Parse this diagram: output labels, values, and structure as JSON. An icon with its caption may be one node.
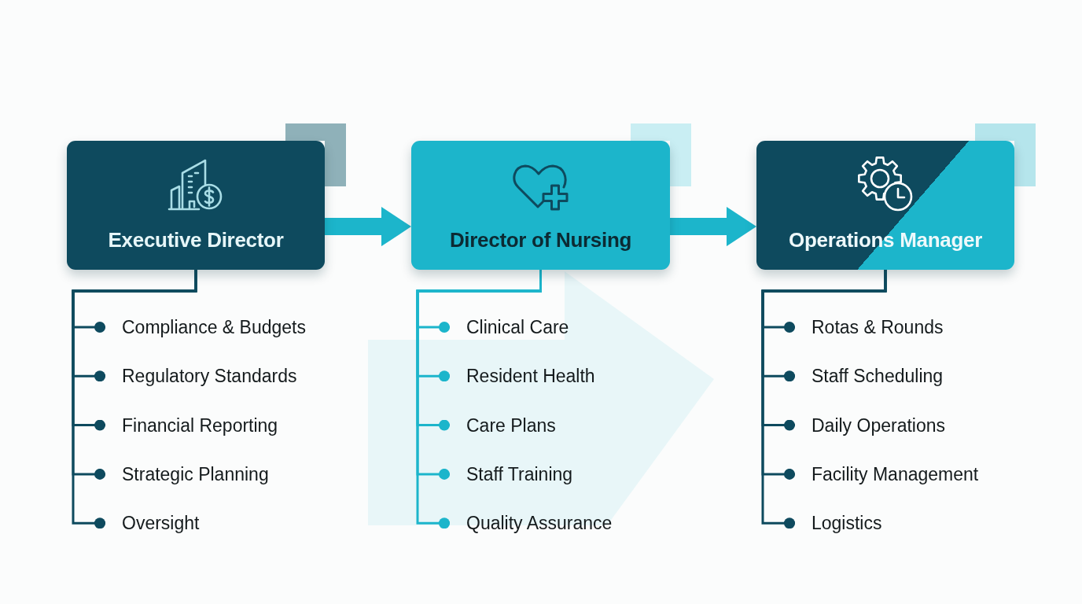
{
  "diagram": {
    "nodes": [
      {
        "text": [
          "Executive Director"
        ]
      },
      {
        "text": [
          "Director of Nursing"
        ]
      },
      {
        "text": [
          "Operations Manager"
        ]
      },
      {
        "text": [
          "Compliance & Budgets"
        ]
      },
      {
        "text": [
          "Regulatory Standards"
        ]
      },
      {
        "text": [
          "Financial Reporting"
        ]
      },
      {
        "text": [
          "Strategic Planning"
        ]
      },
      {
        "text": [
          "Oversight"
        ]
      },
      {
        "text": [
          "Clinical Care"
        ]
      },
      {
        "text": [
          "Resident Health"
        ]
      },
      {
        "text": [
          "Care Plans"
        ]
      },
      {
        "text": [
          "Staff Training"
        ]
      },
      {
        "text": [
          "Quality Assurance"
        ]
      },
      {
        "text": [
          "Rotas & Rounds"
        ]
      },
      {
        "text": [
          "Staff Scheduling"
        ]
      },
      {
        "text": [
          "Daily Operations"
        ]
      },
      {
        "text": [
          "Facility Management"
        ]
      },
      {
        "text": [
          "Logistics"
        ]
      }
    ],
    "edges": [
      {
        "from": 0,
        "to": 1,
        "arrow": "to",
        "style": "thick",
        "color": "#1cb5cb"
      },
      {
        "from": 1,
        "to": 2,
        "arrow": "to",
        "style": "thick",
        "color": "#1cb5cb"
      },
      {
        "from": 0,
        "to": 3,
        "arrow": "other"
      },
      {
        "from": 0,
        "to": 4,
        "arrow": "other"
      },
      {
        "from": 0,
        "to": 5,
        "arrow": "other"
      },
      {
        "from": 0,
        "to": 6,
        "arrow": "other"
      },
      {
        "from": 0,
        "to": 7,
        "arrow": "other"
      },
      {
        "from": 1,
        "to": 8,
        "arrow": "other",
        "color": "#1cb5cb"
      },
      {
        "from": 1,
        "to": 9,
        "arrow": "other",
        "color": "#1cb5cb"
      },
      {
        "from": 1,
        "to": 10,
        "arrow": "other",
        "color": "#1cb5cb"
      },
      {
        "from": 1,
        "to": 11,
        "arrow": "other",
        "color": "#1cb5cb"
      },
      {
        "from": 1,
        "to": 12,
        "arrow": "other",
        "color": "#1cb5cb"
      },
      {
        "from": 2,
        "to": 13,
        "arrow": "other"
      },
      {
        "from": 2,
        "to": 14,
        "arrow": "other"
      },
      {
        "from": 2,
        "to": 15,
        "arrow": "other"
      },
      {
        "from": 2,
        "to": 16,
        "arrow": "other"
      },
      {
        "from": 2,
        "to": 17,
        "arrow": "other"
      }
    ]
  }
}
